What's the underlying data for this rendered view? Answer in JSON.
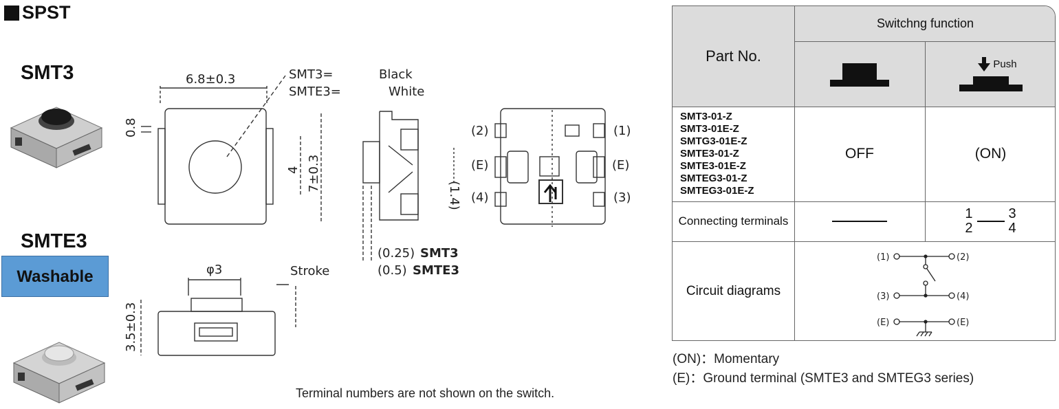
{
  "header": "SPST",
  "models": {
    "smt3": "SMT3",
    "smte3": "SMTE3",
    "badge": "Washable"
  },
  "drawing": {
    "dim_width": "6.8±0.3",
    "dim_08": "0.8",
    "dim_4": "4",
    "dim_7": "7±0.3",
    "dim_phi": "φ3",
    "dim_height": "3.5±0.3",
    "dim_14": "(1.4)",
    "color_smt3": "SMT3=",
    "color_smt3_value": "Black",
    "color_smte3": "SMTE3=",
    "color_smte3_value": "White",
    "stroke": "Stroke",
    "stroke_smt3_val": "(0.25)",
    "stroke_smt3": "SMT3",
    "stroke_smte3_val": "(0.5)",
    "stroke_smte3": "SMTE3",
    "term_2": "(2)",
    "term_1": "(1)",
    "term_e_left": "(E)",
    "term_e_right": "(E)",
    "term_4": "(4)",
    "term_3": "(3)",
    "note": "Terminal numbers are not shown on the switch."
  },
  "table": {
    "part_header": "Part No.",
    "function_header": "Switchng function",
    "push_label": "Push",
    "parts": [
      "SMT3-01-Z",
      "SMT3-01E-Z",
      "SMTG3-01E-Z",
      "SMTE3-01-Z",
      "SMTE3-01E-Z",
      "SMTEG3-01-Z",
      "SMTEG3-01E-Z"
    ],
    "off": "OFF",
    "on": "(ON)",
    "connecting_label": "Connecting terminals",
    "conn_1": "1",
    "conn_2": "2",
    "conn_3": "3",
    "conn_4": "4",
    "circuit_label": "Circuit diagrams",
    "c1": "(1)",
    "c2": "(2)",
    "c3": "(3)",
    "c4": "(4)",
    "ce1": "(E)",
    "ce2": "(E)"
  },
  "legend": {
    "on": "(ON)：Momentary",
    "e": "(E)：Ground terminal (SMTE3 and SMTEG3 series)"
  }
}
